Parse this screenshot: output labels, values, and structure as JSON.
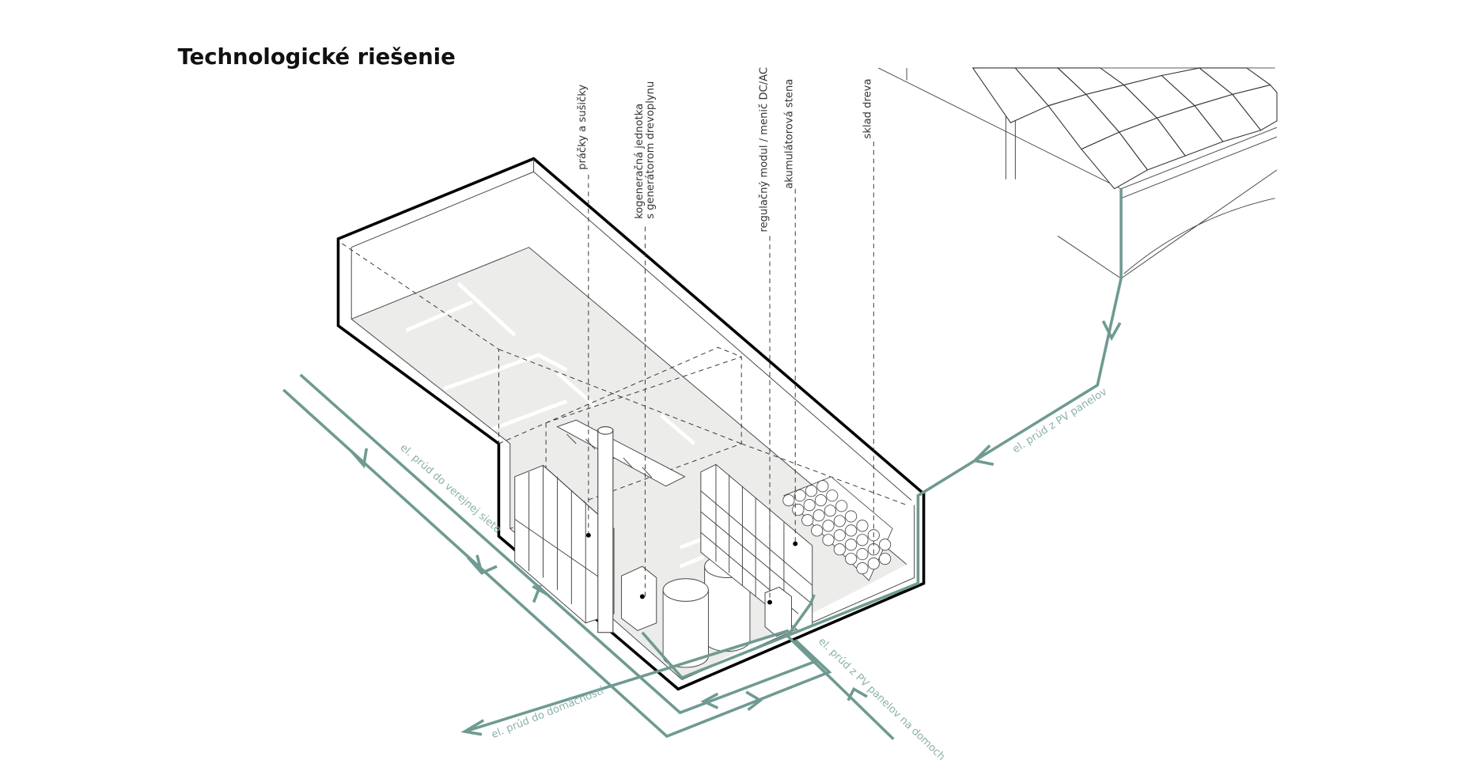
{
  "title": "Technologické riešenie",
  "labels": {
    "washers": "práčky a sušičky",
    "chp_line1": "kogeneračná jednotka",
    "chp_line2": "s generátorom drevoplynu",
    "regulator": "regulačný modul / menič DC/AC",
    "battery": "akumulátorová stena",
    "wood": "sklad dreva"
  },
  "flows": {
    "pv_panels": "el. prúd z PV panelov",
    "public_grid": "el. prúd do verejnej siete",
    "households": "el. prúd do domácností",
    "pv_homes": "el. prúd z PV panelov na domoch"
  },
  "colors": {
    "flow": "#6f9a92",
    "floor": "#ececea"
  }
}
